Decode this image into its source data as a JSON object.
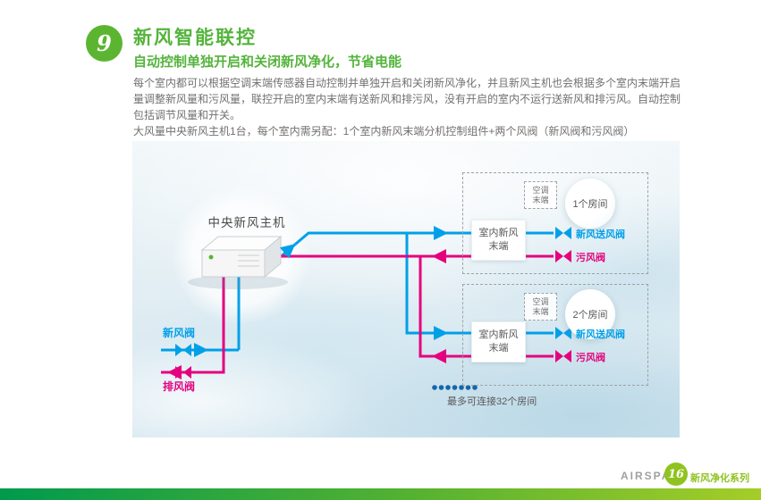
{
  "header": {
    "badge_number": "9",
    "title": "新风智能联控",
    "subtitle": "自动控制单独开启和关闭新风净化，节省电能"
  },
  "body": {
    "lines": [
      "每个室内都可以根据空调末端传感器自动控制并单独开启和关闭新风净化，并且新风主机也会根据多个室内末端开启",
      "量调整新风量和污风量，联控开启的室内末端有送新风和排污风，没有开启的室内不运行送新风和排污风。自动控制",
      "包括调节风量和开关。",
      "大风量中央新风主机1台，每个室内需另配：1个室内新风末端分机控制组件+两个风阀（新风阀和污风阀）"
    ]
  },
  "diagram": {
    "host_label": "中央新风主机",
    "intake_valve_label": "新风阀",
    "exhaust_valve_label": "排风阀",
    "max_rooms_note": "最多可连接32个房间",
    "room_groups": [
      {
        "ac_line1": "空调",
        "ac_line2": "末端",
        "room_label": "1个房间",
        "terminal_line1": "室内新风",
        "terminal_line2": "末端",
        "supply_valve_label": "新风送风阀",
        "return_valve_label": "污风阀"
      },
      {
        "ac_line1": "空调",
        "ac_line2": "末端",
        "room_label": "2个房间",
        "terminal_line1": "室内新风",
        "terminal_line2": "末端",
        "supply_valve_label": "新风送风阀",
        "return_valve_label": "污风阀"
      }
    ]
  },
  "footer": {
    "brand": "AIRSPA",
    "page_number": "16",
    "series_label": "新风净化系列"
  },
  "colors": {
    "accent_green": "#54b43c",
    "badge_green": "#5cb531",
    "pipe_blue": "#00a0e9",
    "pipe_magenta": "#e5007e",
    "footer_green": "#8fc31f",
    "dots_blue": "#1566a9",
    "bar_gradient_start": "#009a4d",
    "bar_gradient_end": "#a5cd28"
  }
}
